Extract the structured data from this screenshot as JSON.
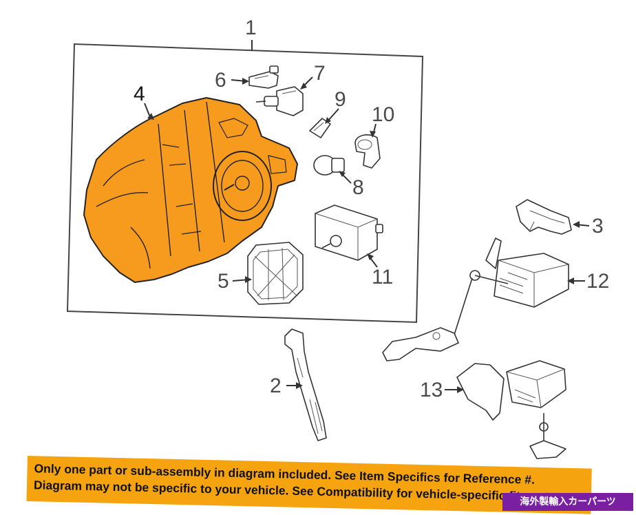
{
  "callouts": {
    "c1": "1",
    "c2": "2",
    "c3": "3",
    "c4": "4",
    "c5": "5",
    "c6": "6",
    "c7": "7",
    "c8": "8",
    "c9": "9",
    "c10": "10",
    "c11": "11",
    "c12": "12",
    "c13": "13"
  },
  "banner": {
    "line1": "Only one part or sub-assembly in diagram included. See Item Specifics for Reference #.",
    "line2": "Diagram may not be specific to your vehicle. See Compatibility for vehicle-specific fitment."
  },
  "shop_tag": "海外製輸入カーパーツ",
  "colors": {
    "highlight_part": "#f79b1f",
    "banner_background": "#f5a40f",
    "shop_tag_background": "#7b1fa2"
  }
}
